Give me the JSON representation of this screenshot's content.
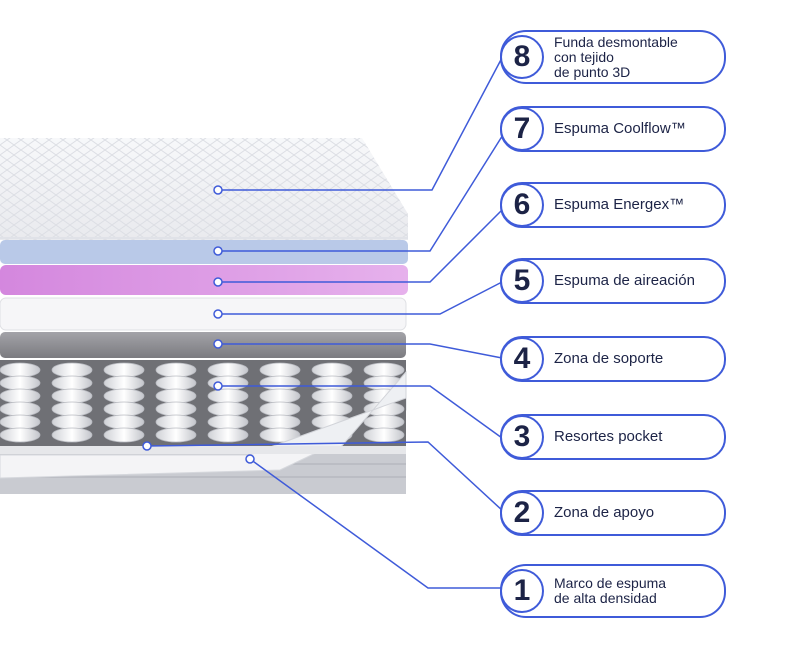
{
  "colors": {
    "accent": "#3f5bd9",
    "text": "#1c2346",
    "cover": "#f1f2f5",
    "coolflow": "#b9c9e8",
    "energex": "#d690e0",
    "aireacion": "#f6f6f8",
    "soporte": "#8d8d92",
    "frame": "#c9cbd1"
  },
  "layers": [
    {
      "num": "8",
      "label": "Funda desmontable\ncon tejido\nde punto 3D"
    },
    {
      "num": "7",
      "label": "Espuma Coolflow™"
    },
    {
      "num": "6",
      "label": "Espuma Energex™"
    },
    {
      "num": "5",
      "label": "Espuma de aireación"
    },
    {
      "num": "4",
      "label": "Zona de soporte"
    },
    {
      "num": "3",
      "label": "Resortes pocket"
    },
    {
      "num": "2",
      "label": "Zona de apoyo"
    },
    {
      "num": "1",
      "label": "Marco de espuma\nde alta densidad"
    }
  ]
}
